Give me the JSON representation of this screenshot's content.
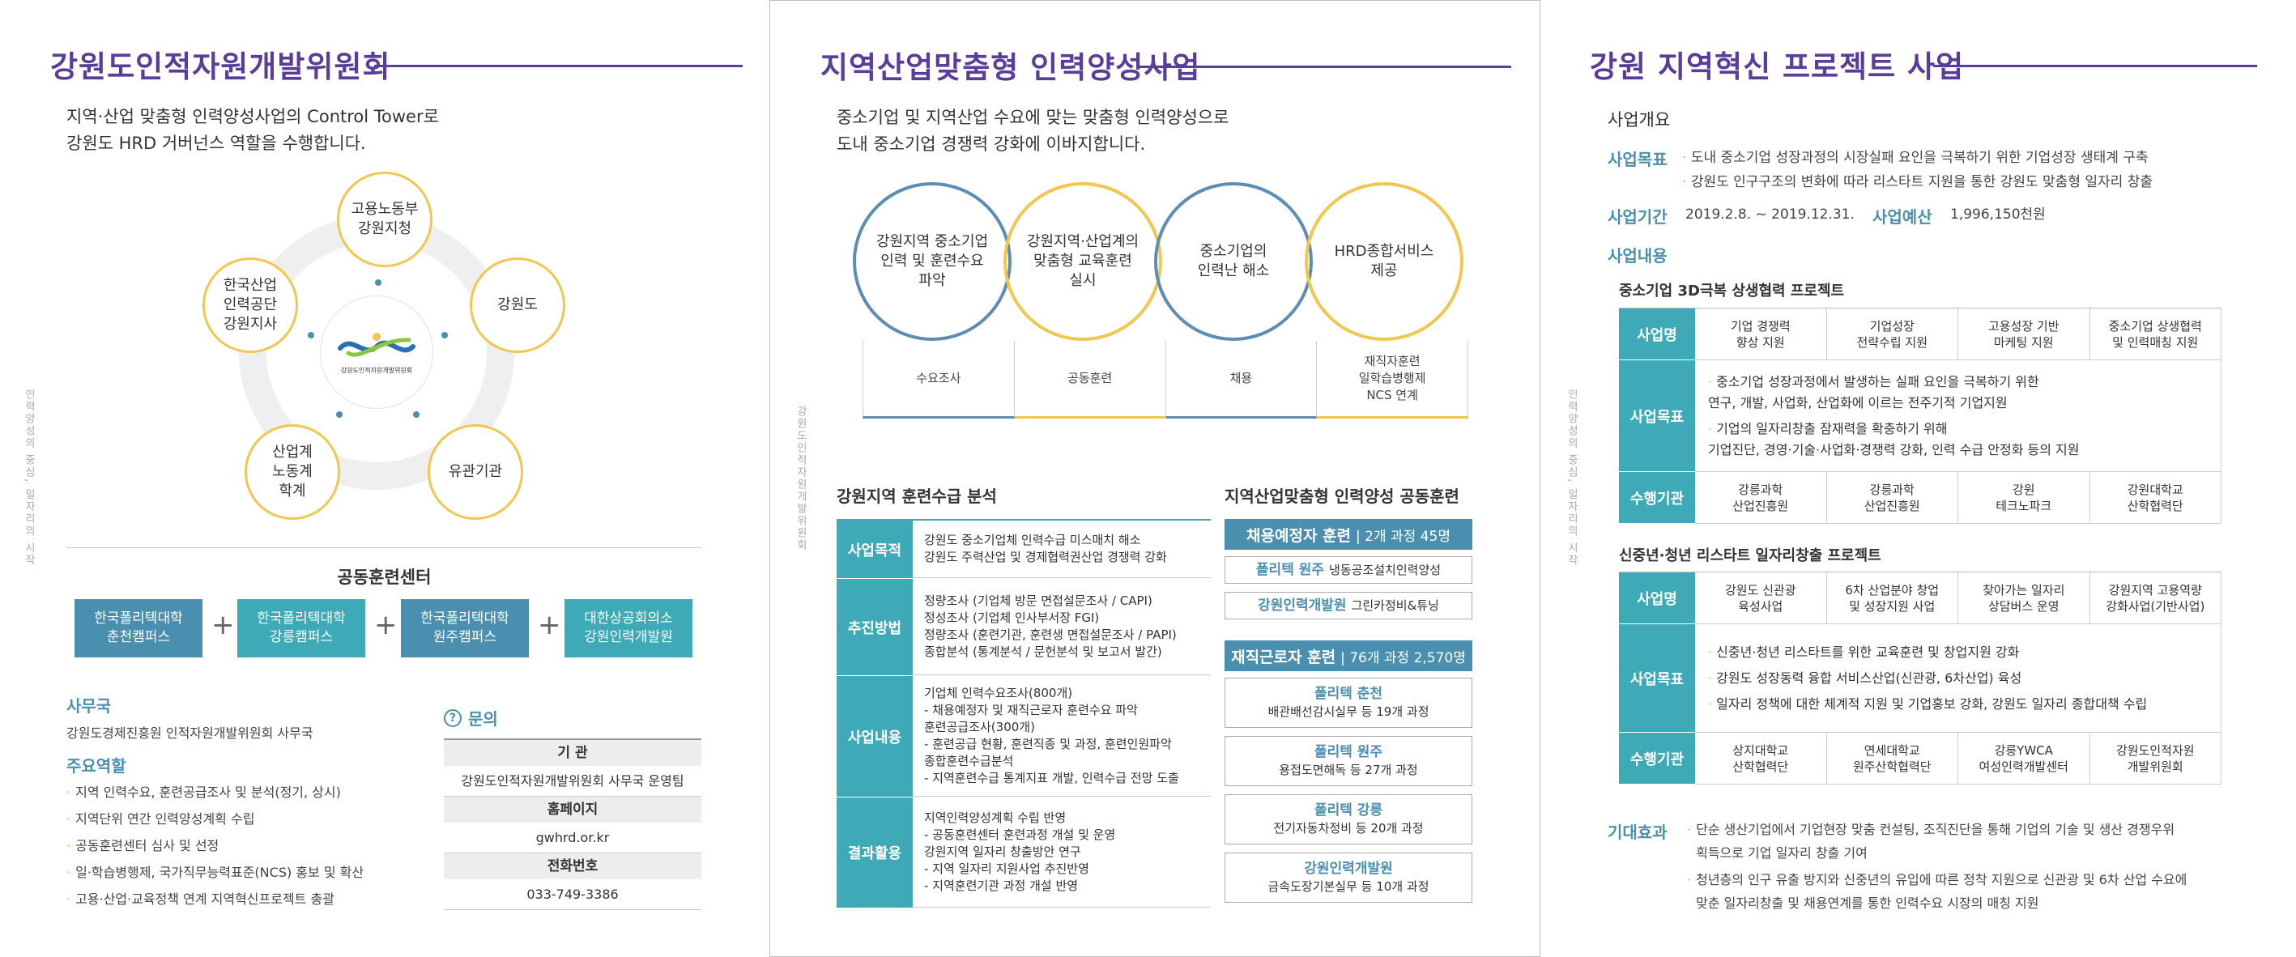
{
  "panel1": {
    "title": "강원도인적자원개발위원회",
    "intro_line1": "지역·산업 맞춤형 인력양성사업의 Control Tower로",
    "intro_line2": "강원도 HRD 거버넌스 역할을 수행합니다.",
    "circles": [
      "고용노동부\n강원지청",
      "강원도",
      "유관기관",
      "산업계\n노동계\n학계",
      "한국산업\n인력공단\n강원지사"
    ],
    "center_logo_text": "강원도인적자원개발위원회",
    "center_heading": "공동훈련센터",
    "centers": [
      "한국폴리텍대학\n춘천캠퍼스",
      "한국폴리텍대학\n강릉캠퍼스",
      "한국폴리텍대학\n원주캠퍼스",
      "대한상공회의소\n강원인력개발원"
    ],
    "plus": "+",
    "office_heading": "사무국",
    "office_text": "강원도경제진흥원 인적자원개발위원회 사무국",
    "roles_heading": "주요역할",
    "roles": [
      "지역 인력수요, 훈련공급조사 및 분석(정기, 상시)",
      "지역단위 연간 인력양성계획 수립",
      "공동훈련센터 심사 및 선정",
      "일·학습병행제, 국가직무능력표준(NCS) 홍보 및 확산",
      "고용·산업·교육정책 연계 지역혁신프로젝트 총괄"
    ],
    "contact_heading": "문의",
    "contact_icon": "?",
    "contact": [
      {
        "h": "기    관",
        "v": "강원도인적자원개발위원회 사무국 운영팀"
      },
      {
        "h": "홈페이지",
        "v": "gwhrd.or.kr"
      },
      {
        "h": "전화번호",
        "v": "033-749-3386"
      }
    ],
    "vertical": "인력양성의 중심, 일자리의 시작"
  },
  "panel2": {
    "title": "지역산업맞춤형 인력양성사업",
    "intro_line1": "중소기업 및 지역산업 수요에 맞는 맞춤형 인력양성으로",
    "intro_line2": "도내 중소기업 경쟁력 강화에 이바지합니다.",
    "circles": [
      "강원지역 중소기업\n인력 및 훈련수요\n파악",
      "강원지역·산업계의\n맞춤형 교육훈련\n실시",
      "중소기업의\n인력난 해소",
      "HRD종합서비스\n제공"
    ],
    "steps": [
      "수요조사",
      "공동훈련",
      "채용",
      "재직자훈련\n일학습병행제\nNCS 연계"
    ],
    "analysis_heading": "강원지역 훈련수급 분석",
    "analysis": [
      {
        "label": "사업목적",
        "text": "강원도 중소기업체 인력수급 미스매치 해소\n강원도 주력산업 및 경제협력권산업 경쟁력 강화"
      },
      {
        "label": "추진방법",
        "text": "정량조사 (기업체 방문 면접설문조사 / CAPI)\n정성조사 (기업체 인사부서장 FGI)\n정량조사 (훈련기관, 훈련생 면접설문조사 / PAPI)\n종합분석 (통계분석 / 문헌분석 및 보고서 발간)"
      },
      {
        "label": "사업내용",
        "text": "기업체 인력수요조사(800개)\n - 채용예정자 및 재직근로자 훈련수요 파악\n훈련공급조사(300개)\n - 훈련공급 현황, 훈련직종 및 과정, 훈련인원파악\n종합훈련수급분석\n - 지역훈련수급 통계지표 개발, 인력수급 전망 도출"
      },
      {
        "label": "결과활용",
        "text": "지역인력양성계획 수립 반영\n - 공동훈련센터 훈련과정 개설 및 운영\n강원지역 일자리 창출방안 연구\n - 지역 일자리 지원사업 추진반영\n - 지역훈련기관 과정 개설 반영"
      }
    ],
    "joint_heading": "지역산업맞춤형 인력양성 공동훈련",
    "hire_bar": "채용예정자 훈련",
    "hire_bar_sub": "| 2개 과정 45명",
    "hire_rows": [
      {
        "b": "폴리텍 원주",
        "t": "냉동공조설치인력양성"
      },
      {
        "b": "강원인력개발원",
        "t": "그린카정비&튜닝"
      }
    ],
    "emp_bar": "재직근로자 훈련",
    "emp_bar_sub": "| 76개 과정 2,570명",
    "emp_rows": [
      {
        "b": "폴리텍 춘천",
        "t": "배관배선감시실무 등 19개 과정"
      },
      {
        "b": "폴리텍 원주",
        "t": "용접도면해독 등 27개 과정"
      },
      {
        "b": "폴리텍 강릉",
        "t": "전기자동차정비 등 20개 과정"
      },
      {
        "b": "강원인력개발원",
        "t": "금속도장기본실무 등 10개 과정"
      }
    ],
    "vertical": "강원도인적자원개발위원회"
  },
  "panel3": {
    "title": "강원 지역혁신 프로젝트 사업",
    "overview": "사업개요",
    "goal_label": "사업목표",
    "goals": [
      "도내 중소기업 성장과정의 시장실패 요인을 극복하기 위한 기업성장 생태계 구축",
      "강원도 인구구조의 변화에 따라 리스타트 지원을 통한 강원도 맞춤형 일자리 창출"
    ],
    "period_label": "사업기간",
    "period": "2019.2.8. ~ 2019.12.31.",
    "budget_label": "사업예산",
    "budget": "1,996,150천원",
    "content_label": "사업내용",
    "p1_title": "중소기업 3D극복 상생협력 프로젝트",
    "p1": {
      "name_label": "사업명",
      "names": [
        "기업 경쟁력\n향상 지원",
        "기업성장\n전략수립 지원",
        "고용성장 기반\n마케팅 지원",
        "중소기업 상생협력\n및 인력매칭 지원"
      ],
      "goal_label": "사업목표",
      "goals": [
        "중소기업 성장과정에서 발생하는 실패 요인을 극복하기 위한\n연구, 개발, 사업화, 산업화에 이르는 전주기적 기업지원",
        "기업의 일자리창출 잠재력을 확충하기 위해\n기업진단, 경영·기술·사업화·경쟁력 강화, 인력 수급 안정화 등의 지원"
      ],
      "org_label": "수행기관",
      "orgs": [
        "강릉과학\n산업진흥원",
        "강릉과학\n산업진흥원",
        "강원\n테크노파크",
        "강원대학교\n산학협력단"
      ]
    },
    "p2_title": "신중년·청년 리스타트 일자리창출 프로젝트",
    "p2": {
      "name_label": "사업명",
      "names": [
        "강원도 신관광\n육성사업",
        "6차 산업분야 창업\n및 성장지원 사업",
        "찾아가는 일자리\n상담버스 운영",
        "강원지역 고용역량\n강화사업(기반사업)"
      ],
      "goal_label": "사업목표",
      "goals": [
        "신중년·청년 리스타트를 위한 교육훈련 및 창업지원 강화",
        "강원도 성장동력 융합 서비스산업(신관광, 6차산업) 육성",
        "일자리 정책에 대한 체계적 지원 및 기업홍보 강화, 강원도 일자리 종합대책 수립"
      ],
      "org_label": "수행기관",
      "orgs": [
        "상지대학교\n산학협력단",
        "연세대학교\n원주산학협력단",
        "강릉YWCA\n여성인력개발센터",
        "강원도인적자원\n개발위원회"
      ]
    },
    "effect_label": "기대효과",
    "effects": [
      "단순 생산기업에서 기업현장 맞춤 컨설팅, 조직진단을 통해 기업의 기술 및 생산 경쟁우위\n획득으로 기업 일자리 창출 기여",
      "청년층의 인구 유출 방지와 신중년의 유입에 따른 정착 지원으로 신관광 및 6차 산업 수요에\n맞춘 일자리창출 및 채용연계를 통한 인력수요 시장의 매칭 지원"
    ],
    "vertical": "인력양성의 중심, 일자리의 시작"
  },
  "colors": {
    "purple": "#5a3d9a",
    "blue": "#4a8fb0",
    "teal": "#3eaab8",
    "yellow": "#f3c64e"
  }
}
